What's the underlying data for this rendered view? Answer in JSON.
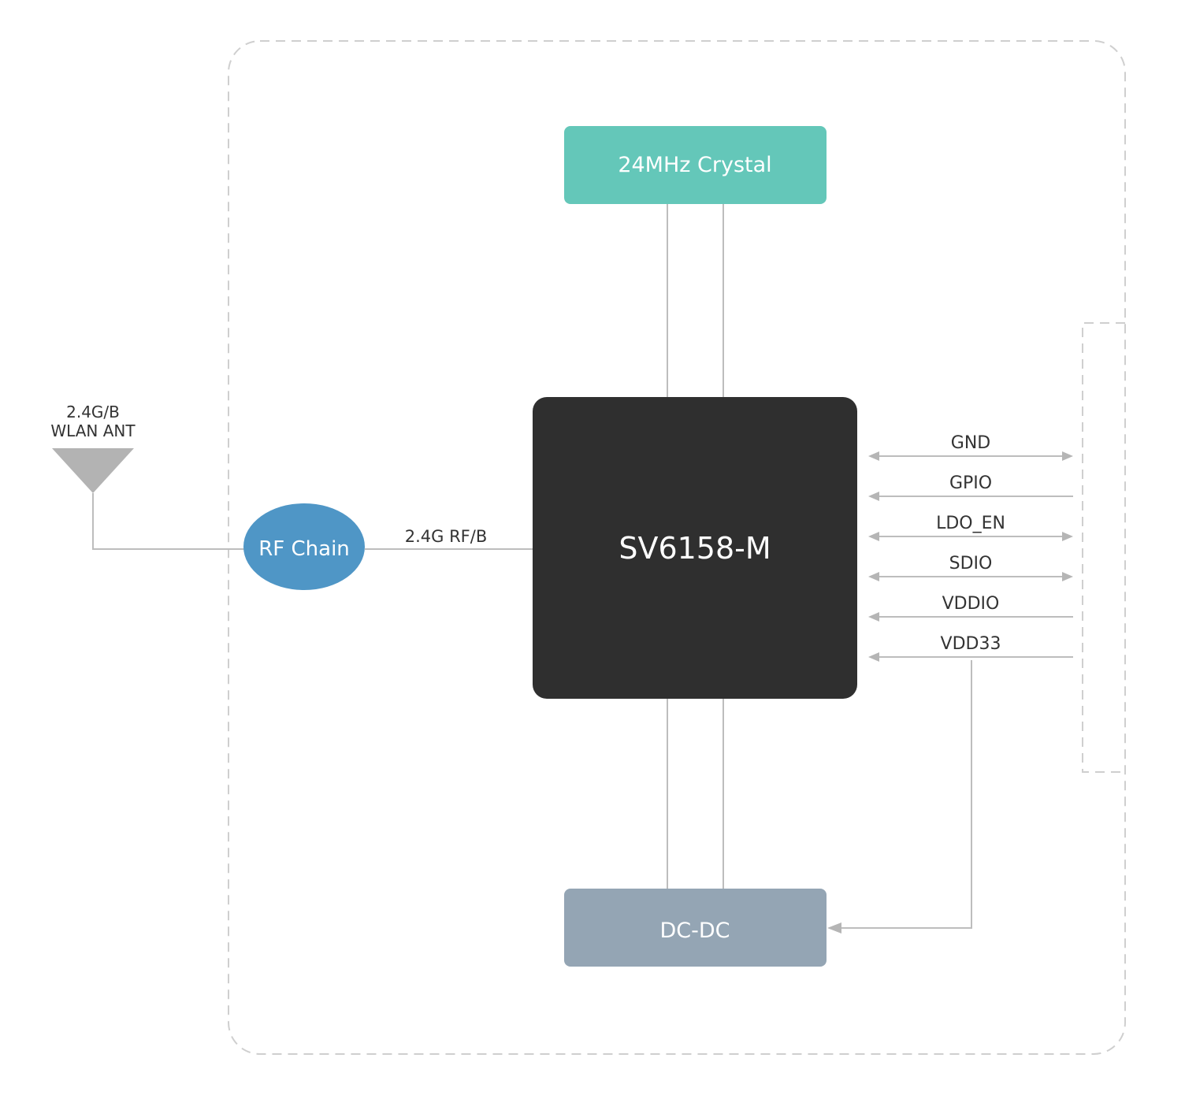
{
  "colors": {
    "background": "#ffffff",
    "dashed_border": "#cfcfcf",
    "wire": "#bdbdbd",
    "arrow": "#b5b5b5",
    "antenna": "#b3b3b3",
    "text_dark": "#333333",
    "text_light": "#ffffff",
    "crystal_fill": "#64c7b9",
    "chip_fill": "#2f2f2f",
    "rf_fill": "#4f96c6",
    "dcdc_fill": "#94a5b4"
  },
  "antenna": {
    "label_line1": "2.4G/B",
    "label_line2": "WLAN ANT",
    "icon": "antenna-icon"
  },
  "rf_chain": {
    "label": "RF Chain"
  },
  "rf_link": {
    "label": "2.4G RF/B"
  },
  "chip": {
    "label": "SV6158-M"
  },
  "crystal": {
    "label": "24MHz Crystal"
  },
  "dcdc": {
    "label": "DC-DC"
  },
  "pins": [
    {
      "label": "GND",
      "direction": "bidirectional"
    },
    {
      "label": "GPIO",
      "direction": "input"
    },
    {
      "label": "LDO_EN",
      "direction": "bidirectional"
    },
    {
      "label": "SDIO",
      "direction": "bidirectional"
    },
    {
      "label": "VDDIO",
      "direction": "input"
    },
    {
      "label": "VDD33",
      "direction": "input"
    }
  ]
}
